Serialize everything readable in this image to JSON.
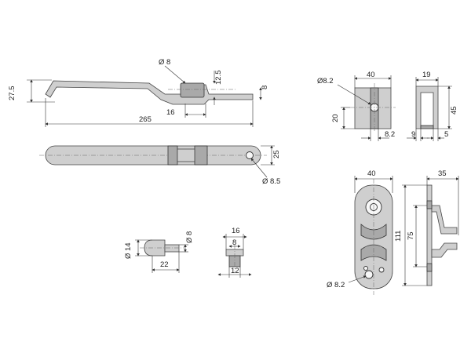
{
  "dimensions": {
    "hole_d8": "Ø 8",
    "rise_12_5": "12.5",
    "height_27_5": "27.5",
    "thick_8": "8",
    "len_16": "16",
    "len_265": "265",
    "width_25": "25",
    "hole_d8_5": "Ø 8.5",
    "plate_40": "40",
    "plate_hole_d8_2": "Ø8.2",
    "plate_h_20": "20",
    "plate_8_2": "8.2",
    "side_19": "19",
    "side_45": "45",
    "side_9": "9",
    "side_5": "5",
    "base_40": "40",
    "base_35": "35",
    "base_111": "111",
    "base_75": "75",
    "base_hole_d8_2": "Ø 8.2",
    "pin_d14": "Ø 14",
    "pin_d8": "Ø 8",
    "pin_22": "22",
    "nut_16": "16",
    "nut_8": "8",
    "nut_12": "12"
  }
}
